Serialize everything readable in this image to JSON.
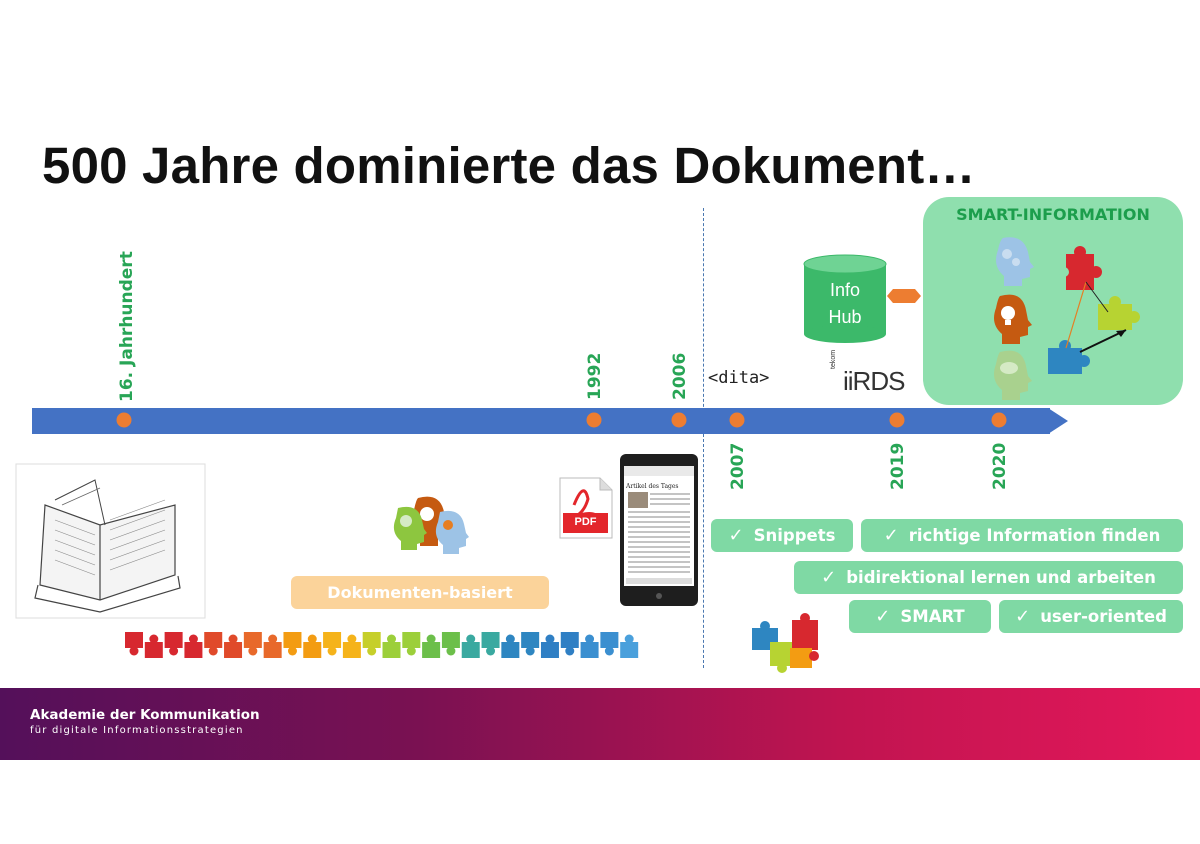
{
  "title": "500 Jahre dominierte das Dokument…",
  "timeline": {
    "labels_above": [
      "16. Jahrhundert",
      "1992",
      "2006"
    ],
    "labels_below": [
      "2007",
      "2019",
      "2020"
    ]
  },
  "info_hub": {
    "line1": "Info",
    "line2": "Hub"
  },
  "smart_panel": {
    "title": "SMART-INFORMATION"
  },
  "logos": {
    "dita": "<dita>",
    "irds": "iiRDS",
    "irds_prefix": "tekom"
  },
  "document_based": "Dokumenten-basiert",
  "pdf_label": "PDF",
  "phone_heading": "Artikel des Tages",
  "features": [
    "Snippets",
    "richtige Information finden",
    "bidirektional lernen und arbeiten",
    "SMART",
    "user-oriented"
  ],
  "check_symbol": "✓",
  "footer": {
    "line1": "Akademie der Kommunikation",
    "line2": "für digitale Informationsstrategien"
  },
  "colors": {
    "arrow": "#4472c4",
    "dot": "#ed7d31",
    "year_text": "#28a556",
    "panel": "#8fdfae",
    "feature": "#7fd9a4",
    "document_pill": "#fbd39a",
    "hub": "#3cb96a"
  },
  "icons": [
    "book-illustration-icon",
    "pdf-icon",
    "smartphone-icon",
    "head-gears-icon",
    "head-lightbulb-icon",
    "head-brain-icon",
    "puzzle-chain-icon",
    "puzzle-piece-icon",
    "database-cylinder-icon",
    "connector-hexagon-icon"
  ]
}
